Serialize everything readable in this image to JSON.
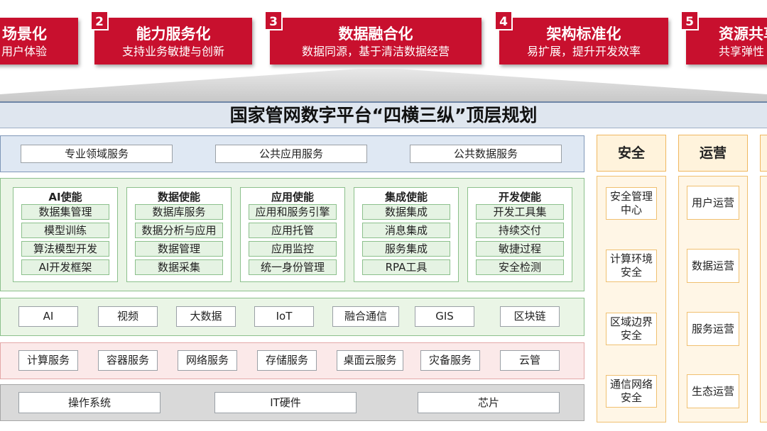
{
  "banners": [
    {
      "num": "",
      "title": "场景化",
      "sub": "用户体验"
    },
    {
      "num": "2",
      "title": "能力服务化",
      "sub": "支持业务敏捷与创新"
    },
    {
      "num": "3",
      "title": "数据融合化",
      "sub": "数据同源，基于清洁数据经营"
    },
    {
      "num": "4",
      "title": "架构标准化",
      "sub": "易扩展，提升开发效率"
    },
    {
      "num": "5",
      "title": "资源共享",
      "sub": "共享弹性"
    }
  ],
  "title": "国家管网数字平台“四横三纵”顶层规划",
  "services": [
    "专业领域服务",
    "公共应用服务",
    "公共数据服务"
  ],
  "enablement": [
    {
      "title": "AI使能",
      "items": [
        "数据集管理",
        "模型训练",
        "算法模型开发",
        "AI开发框架"
      ]
    },
    {
      "title": "数据使能",
      "items": [
        "数据库服务",
        "数据分析与应用",
        "数据管理",
        "数据采集"
      ]
    },
    {
      "title": "应用使能",
      "items": [
        "应用和服务引擎",
        "应用托管",
        "应用监控",
        "统一身份管理"
      ]
    },
    {
      "title": "集成使能",
      "items": [
        "数据集成",
        "消息集成",
        "服务集成",
        "RPA工具"
      ]
    },
    {
      "title": "开发使能",
      "items": [
        "开发工具集",
        "持续交付",
        "敏捷过程",
        "安全检测"
      ]
    }
  ],
  "technologies": [
    "AI",
    "视频",
    "大数据",
    "IoT",
    "融合通信",
    "GIS",
    "区块链"
  ],
  "infrastructure": [
    "计算服务",
    "容器服务",
    "网络服务",
    "存储服务",
    "桌面云服务",
    "灾备服务",
    "云管"
  ],
  "base": [
    "操作系统",
    "IT硬件",
    "芯片"
  ],
  "security": {
    "title": "安全",
    "items": [
      "安全管理中心",
      "计算环境安全",
      "区域边界安全",
      "通信网络安全"
    ]
  },
  "operations": {
    "title": "运营",
    "items": [
      "用户运营",
      "数据运营",
      "服务运营",
      "生态运营"
    ]
  },
  "colors": {
    "banner": "#c8102e",
    "title_bg": "#dfe6ef",
    "green": "#8cc08c",
    "orange": "#f0c070"
  }
}
